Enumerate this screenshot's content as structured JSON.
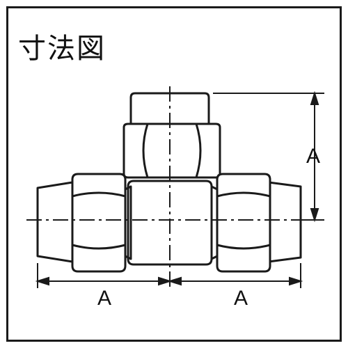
{
  "title": "寸法図",
  "dimensions": {
    "vertical_label": "A",
    "left_label": "A",
    "right_label": "A"
  },
  "colors": {
    "line": "#1a1a1a",
    "part_fill": "#ffffff",
    "background": "#ffffff"
  }
}
